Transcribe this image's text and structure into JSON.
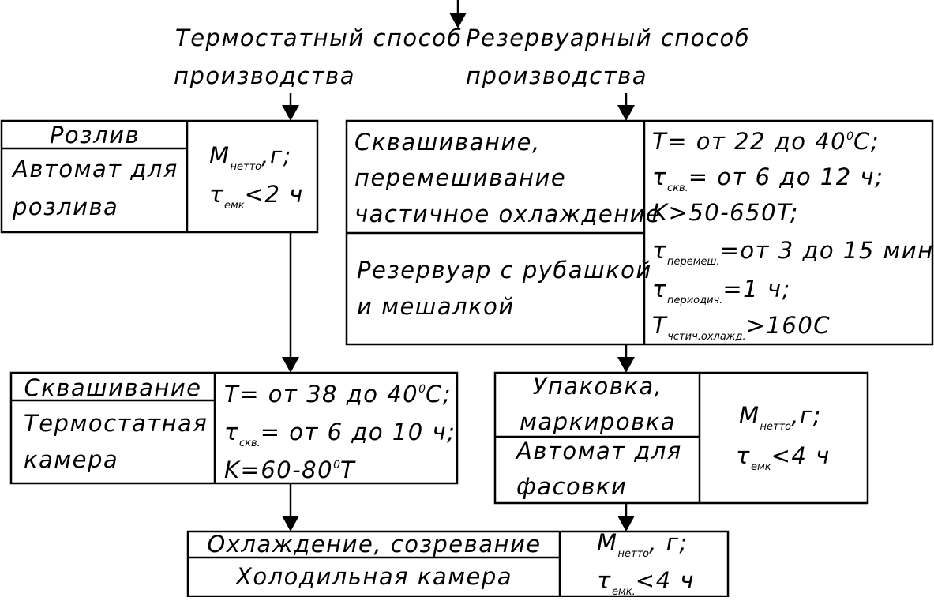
{
  "headers": {
    "thermostat": [
      "Термостатный способ",
      "производства"
    ],
    "reservoir": [
      "Резервуарный способ",
      "производства"
    ]
  },
  "bottling": {
    "title": "Розлив",
    "equipment": [
      "Автомат для",
      "розлива"
    ],
    "params": {
      "m_main": "M",
      "m_sub": "нетто",
      "m_tail": ",г;",
      "t_main": "τ",
      "t_sub": "емк",
      "t_tail": "<2 ч"
    }
  },
  "souring_reservoir": {
    "title": [
      "Сквашивание,",
      "перемешивание",
      "частичное охлаждение"
    ],
    "equipment": [
      "Резервуар с рубашкой",
      "и мешалкой"
    ],
    "params": {
      "p1_a": "T= от 22 до 40",
      "p1_sup": "0",
      "p1_b": "C;",
      "p2_main": "τ",
      "p2_sub": "скв.",
      "p2_tail": "= от 6 до 12 ч;",
      "p3": "K>50-650T;",
      "p4_main": "τ",
      "p4_sub": "перемеш.",
      "p4_tail": "=от 3 до 15 мин;",
      "p5_main": "τ",
      "p5_sub": "периодич.",
      "p5_tail": "=1 ч;",
      "p6_main": "T",
      "p6_sub": "чстич.охлажд.",
      "p6_tail": ">160C"
    }
  },
  "souring_thermostat": {
    "title": "Сквашивание",
    "equipment": [
      "Термостатная",
      "камера"
    ],
    "params": {
      "p1_a": "T= от 38 до 40",
      "p1_sup": "0",
      "p1_b": "C;",
      "p2_main": "τ",
      "p2_sub": "скв.",
      "p2_tail": "= от 6 до 10 ч;",
      "p3_a": "K=60-80",
      "p3_sup": "0",
      "p3_b": "T"
    }
  },
  "packing": {
    "title": [
      "Упаковка,",
      "маркировка"
    ],
    "equipment": [
      "Автомат для",
      "фасовки"
    ],
    "params": {
      "m_main": "M",
      "m_sub": "нетто",
      "m_tail": ",г;",
      "t_main": "τ",
      "t_sub": "емк",
      "t_tail": "<4 ч"
    }
  },
  "cooling": {
    "title": "Охлаждение, созревание",
    "equipment": "Холодильная камера",
    "params": {
      "m_main": "M",
      "m_sub": "нетто",
      "m_tail": ", г;",
      "t_main": "τ",
      "t_sub": "емк.",
      "t_tail": "<4 ч"
    }
  }
}
